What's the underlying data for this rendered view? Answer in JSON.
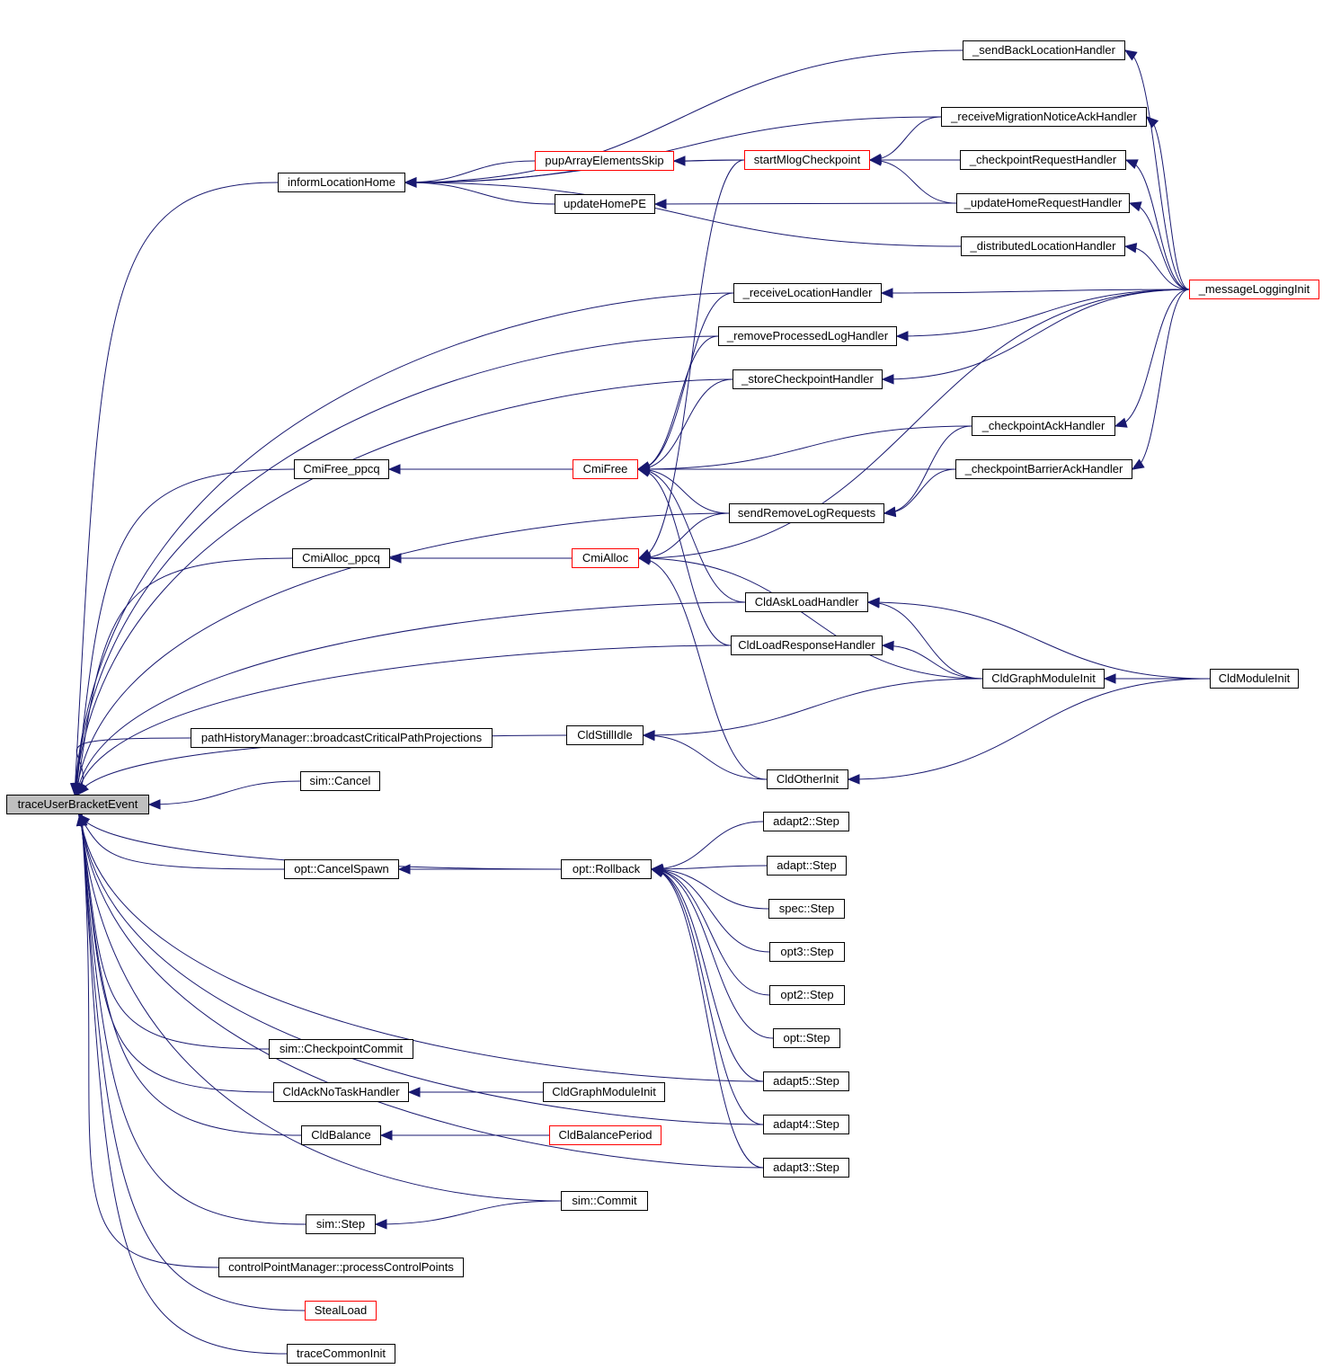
{
  "graph": {
    "title": "traceUserBracketEvent caller graph",
    "edge_color": "#191970",
    "root_fill": "#bfbfbf",
    "truncated_border": "#ff0000",
    "nodes": [
      {
        "id": "traceUserBracketEvent",
        "label": "traceUserBracketEvent",
        "root": true
      },
      {
        "id": "informLocationHome",
        "label": "informLocationHome"
      },
      {
        "id": "pupArrayElementsSkip",
        "label": "pupArrayElementsSkip",
        "truncated": true
      },
      {
        "id": "updateHomePE",
        "label": "updateHomePE"
      },
      {
        "id": "startMlogCheckpoint",
        "label": "startMlogCheckpoint",
        "truncated": true
      },
      {
        "id": "_sendBackLocationHandler",
        "label": "_sendBackLocationHandler"
      },
      {
        "id": "_receiveMigrationNoticeAckHandler",
        "label": "_receiveMigrationNoticeAckHandler"
      },
      {
        "id": "_checkpointRequestHandler",
        "label": "_checkpointRequestHandler"
      },
      {
        "id": "_updateHomeRequestHandler",
        "label": "_updateHomeRequestHandler"
      },
      {
        "id": "_distributedLocationHandler",
        "label": "_distributedLocationHandler"
      },
      {
        "id": "_messageLoggingInit",
        "label": "_messageLoggingInit",
        "truncated": true
      },
      {
        "id": "_receiveLocationHandler",
        "label": "_receiveLocationHandler"
      },
      {
        "id": "_removeProcessedLogHandler",
        "label": "_removeProcessedLogHandler"
      },
      {
        "id": "_storeCheckpointHandler",
        "label": "_storeCheckpointHandler"
      },
      {
        "id": "_checkpointAckHandler",
        "label": "_checkpointAckHandler"
      },
      {
        "id": "_checkpointBarrierAckHandler",
        "label": "_checkpointBarrierAckHandler"
      },
      {
        "id": "CmiFree_ppcq",
        "label": "CmiFree_ppcq"
      },
      {
        "id": "CmiFree",
        "label": "CmiFree",
        "truncated": true
      },
      {
        "id": "sendRemoveLogRequests",
        "label": "sendRemoveLogRequests"
      },
      {
        "id": "CmiAlloc_ppcq",
        "label": "CmiAlloc_ppcq"
      },
      {
        "id": "CmiAlloc",
        "label": "CmiAlloc",
        "truncated": true
      },
      {
        "id": "CldAskLoadHandler",
        "label": "CldAskLoadHandler"
      },
      {
        "id": "CldLoadResponseHandler",
        "label": "CldLoadResponseHandler"
      },
      {
        "id": "CldGraphModuleInit",
        "label": "CldGraphModuleInit"
      },
      {
        "id": "CldModuleInit",
        "label": "CldModuleInit"
      },
      {
        "id": "CldStillIdle",
        "label": "CldStillIdle"
      },
      {
        "id": "CldOtherInit",
        "label": "CldOtherInit"
      },
      {
        "id": "pathHistoryManager",
        "label": "pathHistoryManager::broadcastCriticalPathProjections"
      },
      {
        "id": "simCancel",
        "label": "sim::Cancel"
      },
      {
        "id": "optCancelSpawn",
        "label": "opt::CancelSpawn"
      },
      {
        "id": "optRollback",
        "label": "opt::Rollback"
      },
      {
        "id": "adapt2Step",
        "label": "adapt2::Step"
      },
      {
        "id": "adaptStep",
        "label": "adapt::Step"
      },
      {
        "id": "specStep",
        "label": "spec::Step"
      },
      {
        "id": "opt3Step",
        "label": "opt3::Step"
      },
      {
        "id": "opt2Step",
        "label": "opt2::Step"
      },
      {
        "id": "optStep",
        "label": "opt::Step"
      },
      {
        "id": "adapt5Step",
        "label": "adapt5::Step"
      },
      {
        "id": "adapt4Step",
        "label": "adapt4::Step"
      },
      {
        "id": "adapt3Step",
        "label": "adapt3::Step"
      },
      {
        "id": "simCheckpointCommit",
        "label": "sim::CheckpointCommit"
      },
      {
        "id": "CldAckNoTaskHandler",
        "label": "CldAckNoTaskHandler"
      },
      {
        "id": "CldGraphModuleInit2",
        "label": "CldGraphModuleInit"
      },
      {
        "id": "CldBalance",
        "label": "CldBalance"
      },
      {
        "id": "CldBalancePeriod",
        "label": "CldBalancePeriod",
        "truncated": true
      },
      {
        "id": "simCommit",
        "label": "sim::Commit"
      },
      {
        "id": "simStep",
        "label": "sim::Step"
      },
      {
        "id": "controlPointManager",
        "label": "controlPointManager::processControlPoints"
      },
      {
        "id": "StealLoad",
        "label": "StealLoad",
        "truncated": true
      },
      {
        "id": "traceCommonInit",
        "label": "traceCommonInit"
      }
    ],
    "edges": [
      [
        "informLocationHome",
        "traceUserBracketEvent"
      ],
      [
        "pupArrayElementsSkip",
        "informLocationHome"
      ],
      [
        "updateHomePE",
        "informLocationHome"
      ],
      [
        "startMlogCheckpoint",
        "informLocationHome"
      ],
      [
        "_sendBackLocationHandler",
        "informLocationHome"
      ],
      [
        "_receiveMigrationNoticeAckHandler",
        "informLocationHome"
      ],
      [
        "_distributedLocationHandler",
        "informLocationHome"
      ],
      [
        "startMlogCheckpoint",
        "pupArrayElementsSkip"
      ],
      [
        "_updateHomeRequestHandler",
        "updateHomePE"
      ],
      [
        "_receiveMigrationNoticeAckHandler",
        "startMlogCheckpoint"
      ],
      [
        "_checkpointRequestHandler",
        "startMlogCheckpoint"
      ],
      [
        "_updateHomeRequestHandler",
        "startMlogCheckpoint"
      ],
      [
        "_messageLoggingInit",
        "_sendBackLocationHandler"
      ],
      [
        "_messageLoggingInit",
        "_receiveMigrationNoticeAckHandler"
      ],
      [
        "_messageLoggingInit",
        "_checkpointRequestHandler"
      ],
      [
        "_messageLoggingInit",
        "_updateHomeRequestHandler"
      ],
      [
        "_messageLoggingInit",
        "_distributedLocationHandler"
      ],
      [
        "_messageLoggingInit",
        "_receiveLocationHandler"
      ],
      [
        "_messageLoggingInit",
        "_removeProcessedLogHandler"
      ],
      [
        "_messageLoggingInit",
        "_storeCheckpointHandler"
      ],
      [
        "_messageLoggingInit",
        "_checkpointAckHandler"
      ],
      [
        "_messageLoggingInit",
        "_checkpointBarrierAckHandler"
      ],
      [
        "_messageLoggingInit",
        "CmiAlloc"
      ],
      [
        "_receiveLocationHandler",
        "traceUserBracketEvent"
      ],
      [
        "_removeProcessedLogHandler",
        "traceUserBracketEvent"
      ],
      [
        "_storeCheckpointHandler",
        "traceUserBracketEvent"
      ],
      [
        "_receiveLocationHandler",
        "CmiFree"
      ],
      [
        "_removeProcessedLogHandler",
        "CmiFree"
      ],
      [
        "_storeCheckpointHandler",
        "CmiFree"
      ],
      [
        "_checkpointAckHandler",
        "CmiFree"
      ],
      [
        "_checkpointBarrierAckHandler",
        "CmiFree"
      ],
      [
        "sendRemoveLogRequests",
        "CmiFree"
      ],
      [
        "_checkpointAckHandler",
        "sendRemoveLogRequests"
      ],
      [
        "_checkpointBarrierAckHandler",
        "sendRemoveLogRequests"
      ],
      [
        "sendRemoveLogRequests",
        "CmiAlloc"
      ],
      [
        "sendRemoveLogRequests",
        "traceUserBracketEvent"
      ],
      [
        "startMlogCheckpoint",
        "CmiAlloc"
      ],
      [
        "CmiFree",
        "CmiFree_ppcq"
      ],
      [
        "CmiFree_ppcq",
        "traceUserBracketEvent"
      ],
      [
        "CmiAlloc",
        "CmiAlloc_ppcq"
      ],
      [
        "CmiAlloc_ppcq",
        "traceUserBracketEvent"
      ],
      [
        "CldAskLoadHandler",
        "CmiFree"
      ],
      [
        "CldLoadResponseHandler",
        "CmiFree"
      ],
      [
        "CldGraphModuleInit",
        "CmiAlloc"
      ],
      [
        "CldOtherInit",
        "CmiAlloc"
      ],
      [
        "CldAskLoadHandler",
        "traceUserBracketEvent"
      ],
      [
        "CldLoadResponseHandler",
        "traceUserBracketEvent"
      ],
      [
        "CldGraphModuleInit",
        "CldAskLoadHandler"
      ],
      [
        "CldModuleInit",
        "CldAskLoadHandler"
      ],
      [
        "CldGraphModuleInit",
        "CldLoadResponseHandler"
      ],
      [
        "CldModuleInit",
        "CldGraphModuleInit"
      ],
      [
        "CldGraphModuleInit",
        "CldStillIdle"
      ],
      [
        "CldOtherInit",
        "CldStillIdle"
      ],
      [
        "CldModuleInit",
        "CldOtherInit"
      ],
      [
        "CldStillIdle",
        "traceUserBracketEvent"
      ],
      [
        "pathHistoryManager",
        "traceUserBracketEvent"
      ],
      [
        "simCancel",
        "traceUserBracketEvent"
      ],
      [
        "optRollback",
        "traceUserBracketEvent"
      ],
      [
        "optCancelSpawn",
        "traceUserBracketEvent"
      ],
      [
        "optRollback",
        "optCancelSpawn"
      ],
      [
        "adapt2Step",
        "optRollback"
      ],
      [
        "adaptStep",
        "optRollback"
      ],
      [
        "specStep",
        "optRollback"
      ],
      [
        "opt3Step",
        "optRollback"
      ],
      [
        "opt2Step",
        "optRollback"
      ],
      [
        "optStep",
        "optRollback"
      ],
      [
        "adapt5Step",
        "optRollback"
      ],
      [
        "adapt4Step",
        "optRollback"
      ],
      [
        "adapt3Step",
        "optRollback"
      ],
      [
        "adapt5Step",
        "traceUserBracketEvent"
      ],
      [
        "adapt4Step",
        "traceUserBracketEvent"
      ],
      [
        "adapt3Step",
        "traceUserBracketEvent"
      ],
      [
        "simCheckpointCommit",
        "traceUserBracketEvent"
      ],
      [
        "CldAckNoTaskHandler",
        "traceUserBracketEvent"
      ],
      [
        "CldGraphModuleInit2",
        "CldAckNoTaskHandler"
      ],
      [
        "CldBalance",
        "traceUserBracketEvent"
      ],
      [
        "CldBalancePeriod",
        "CldBalance"
      ],
      [
        "simCommit",
        "traceUserBracketEvent"
      ],
      [
        "simCommit",
        "simStep"
      ],
      [
        "simStep",
        "traceUserBracketEvent"
      ],
      [
        "controlPointManager",
        "traceUserBracketEvent"
      ],
      [
        "StealLoad",
        "traceUserBracketEvent"
      ],
      [
        "traceCommonInit",
        "traceUserBracketEvent"
      ]
    ]
  }
}
